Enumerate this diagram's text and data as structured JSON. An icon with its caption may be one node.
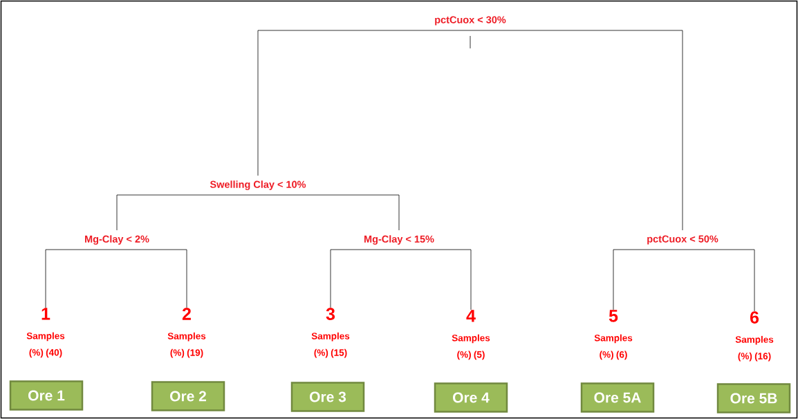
{
  "diagram": {
    "nodes": [
      {
        "text": [
          "pctCuox < 30%"
        ]
      },
      {
        "text": [
          "Swelling Clay < 10%"
        ]
      },
      {
        "text": [
          "Mg-Clay < 2%"
        ]
      },
      {
        "text": [
          "Mg-Clay < 15%"
        ]
      },
      {
        "text": [
          "pctCuox < 50%"
        ]
      },
      {
        "text": [
          "1",
          "Samples (%) (40)"
        ]
      },
      {
        "text": [
          "2",
          "Samples (%) (19)"
        ]
      },
      {
        "text": [
          "3",
          "Samples (%) (15)"
        ]
      },
      {
        "text": [
          "4",
          "Samples (%) (5)"
        ]
      },
      {
        "text": [
          "5",
          "Samples (%) (6)"
        ]
      },
      {
        "text": [
          "6",
          "Samples (%) (16)"
        ]
      },
      {
        "text": [
          "Ore 1"
        ]
      },
      {
        "text": [
          "Ore 2"
        ]
      },
      {
        "text": [
          "Ore 3"
        ]
      },
      {
        "text": [
          "Ore 4"
        ]
      },
      {
        "text": [
          "Ore 5A"
        ]
      },
      {
        "text": [
          "Ore 5B"
        ]
      }
    ],
    "edges": [
      {
        "from": 0,
        "to": 1,
        "arrow": "none"
      },
      {
        "from": 0,
        "to": 4,
        "arrow": "none"
      },
      {
        "from": 1,
        "to": 2,
        "arrow": "none"
      },
      {
        "from": 1,
        "to": 3,
        "arrow": "none"
      },
      {
        "from": 2,
        "to": 5,
        "arrow": "none"
      },
      {
        "from": 2,
        "to": 6,
        "arrow": "none"
      },
      {
        "from": 3,
        "to": 7,
        "arrow": "none"
      },
      {
        "from": 3,
        "to": 8,
        "arrow": "none"
      },
      {
        "from": 4,
        "to": 9,
        "arrow": "none"
      },
      {
        "from": 4,
        "to": 10,
        "arrow": "none"
      }
    ]
  }
}
